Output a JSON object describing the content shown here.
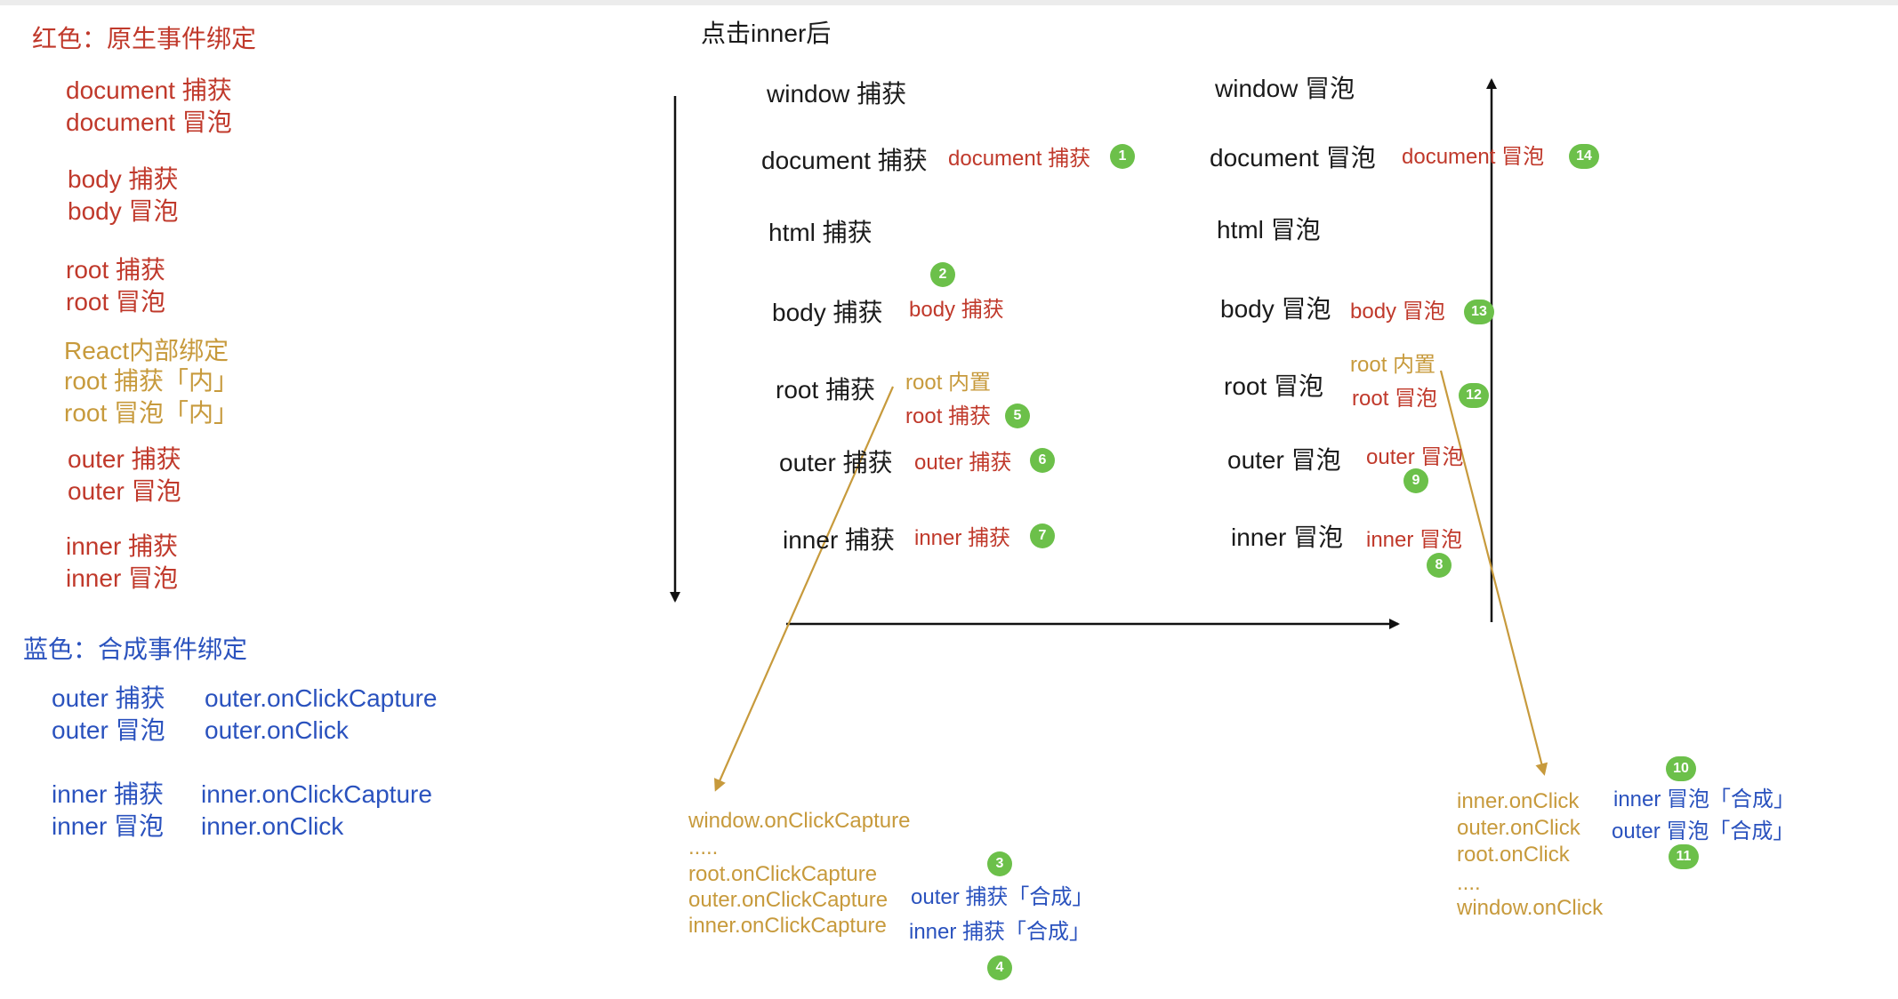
{
  "legend_red": {
    "title": "红色：原生事件绑定",
    "items": [
      "document 捕获",
      "document 冒泡",
      "body 捕获",
      "body 冒泡",
      "root 捕获",
      "root 冒泡",
      "outer 捕获",
      "outer 冒泡",
      "inner 捕获",
      "inner 冒泡"
    ],
    "react_items": [
      "React内部绑定",
      "root 捕获「内」",
      "root 冒泡「内」"
    ]
  },
  "legend_blue": {
    "title": "蓝色：合成事件绑定",
    "rows": [
      {
        "event": "outer 捕获",
        "handler": "outer.onClickCapture"
      },
      {
        "event": "outer 冒泡",
        "handler": "outer.onClick"
      },
      {
        "event": "inner 捕获",
        "handler": "inner.onClickCapture"
      },
      {
        "event": "inner 冒泡",
        "handler": "inner.onClick"
      }
    ]
  },
  "diagram": {
    "title": "点击inner后",
    "capture_col": [
      "window 捕获",
      "document 捕获",
      "html 捕获",
      "body 捕获",
      "root 捕获",
      "outer 捕获",
      "inner 捕获"
    ],
    "bubble_col": [
      "window 冒泡",
      "document 冒泡",
      "html 冒泡",
      "body 冒泡",
      "root 冒泡",
      "outer 冒泡",
      "inner 冒泡"
    ],
    "capture_notes": {
      "document": "document 捕获",
      "body": "body 捕获",
      "root_internal": "root 内置",
      "root": "root 捕获",
      "outer": "outer 捕获",
      "inner": "inner 捕获"
    },
    "bubble_notes": {
      "document": "document 冒泡",
      "body": "body 冒泡",
      "root_internal": "root 内置",
      "root": "root 冒泡",
      "outer": "outer 冒泡",
      "inner": "inner 冒泡"
    },
    "capture_list": [
      "window.onClickCapture",
      ".....",
      "root.onClickCapture",
      "outer.onClickCapture",
      "inner.onClickCapture"
    ],
    "capture_synthetic": [
      "outer 捕获「合成」",
      "inner 捕获「合成」"
    ],
    "bubble_list": [
      "inner.onClick",
      "outer.onClick",
      "root.onClick",
      "....",
      "window.onClick"
    ],
    "bubble_synthetic": [
      "inner 冒泡「合成」",
      "outer 冒泡「合成」"
    ],
    "steps": [
      "1",
      "2",
      "3",
      "4",
      "5",
      "6",
      "7",
      "8",
      "9",
      "10",
      "11",
      "12",
      "13",
      "14"
    ]
  },
  "colors": {
    "native": "#c0392b",
    "react_internal": "#c79a3c",
    "synthetic": "#2a52be",
    "step_badge": "#6cc04a",
    "arrow": "#111111"
  }
}
